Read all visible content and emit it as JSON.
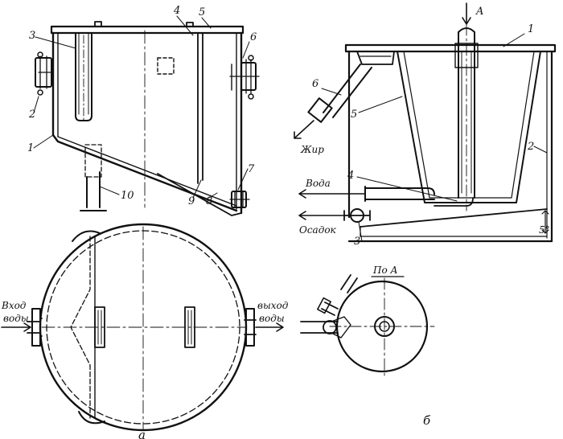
{
  "labels_a": {
    "n1": "1",
    "n2": "2",
    "n3": "3",
    "n4": "4",
    "n5": "5",
    "n6": "6",
    "n7": "7",
    "n8": "8",
    "n9": "9",
    "n10": "10"
  },
  "plan_a": {
    "inlet_line1": "Вход",
    "inlet_line2": "воды",
    "outlet_line1": "выход",
    "outlet_line2": "воды"
  },
  "caption_a": "а",
  "labels_b": {
    "arrow_a": "A",
    "n1": "1",
    "n2": "2",
    "n3": "3",
    "n4": "4",
    "n5": "5",
    "n6": "6"
  },
  "flows_b": {
    "fat": "Жир",
    "water": "Вода",
    "sediment": "Осадок",
    "angle": "5°"
  },
  "view_b": {
    "title": "По А"
  },
  "caption_b": "б",
  "colors": {
    "ink": "#111111",
    "paper": "#ffffff"
  }
}
